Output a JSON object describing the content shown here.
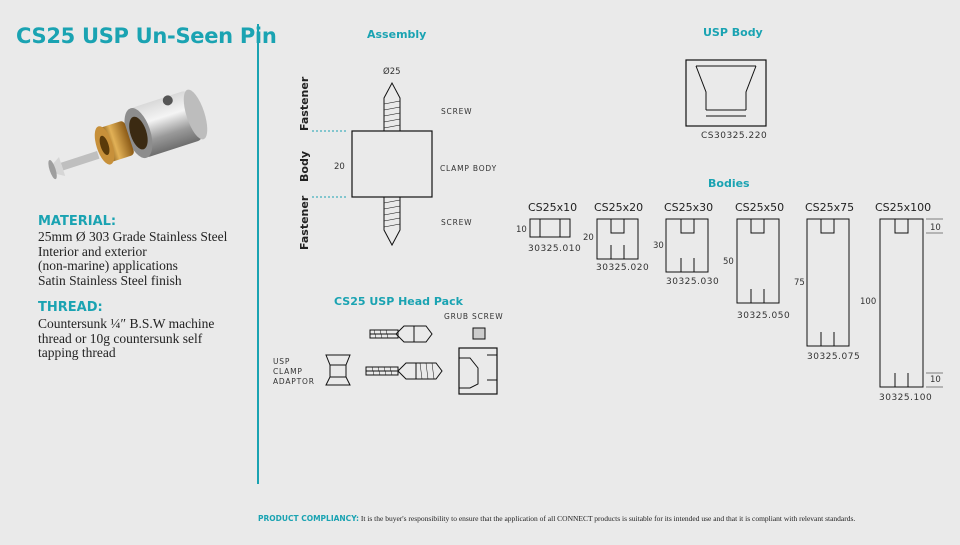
{
  "title": "CS25 USP Un-Seen Pin",
  "material": {
    "heading": "MATERIAL:",
    "lines": [
      "25mm Ø 303 Grade Stainless Steel",
      "Interior and exterior",
      "(non-marine) applications",
      "Satin Stainless Steel finish"
    ]
  },
  "thread": {
    "heading": "THREAD:",
    "lines": [
      "Countersunk ¼″ B.S.W machine",
      "thread or 10g countersunk self",
      "tapping thread"
    ]
  },
  "assembly": {
    "heading": "Assembly",
    "diameter": "Ø25",
    "height": "20",
    "labels": {
      "fastener_top": "Fastener",
      "body": "Body",
      "fastener_bottom": "Fastener"
    },
    "callouts": {
      "screw_top": "SCREW",
      "clamp_body": "CLAMP BODY",
      "screw_bottom": "SCREW"
    }
  },
  "usp_body": {
    "heading": "USP Body",
    "code": "CS30325.220"
  },
  "bodies": {
    "heading": "Bodies",
    "items": [
      {
        "name": "CS25x10",
        "dim": "10",
        "code": "30325.010"
      },
      {
        "name": "CS25x20",
        "dim": "20",
        "code": "30325.020"
      },
      {
        "name": "CS25x30",
        "dim": "30",
        "code": "30325.030"
      },
      {
        "name": "CS25x50",
        "dim": "50",
        "code": "30325.050"
      },
      {
        "name": "CS25x75",
        "dim": "75",
        "code": "30325.075"
      },
      {
        "name": "CS25x100",
        "dim": "100",
        "code": "30325.100",
        "end_top": "10",
        "end_bottom": "10"
      }
    ]
  },
  "head_pack": {
    "heading": "CS25 USP Head Pack",
    "grub_screw": "GRUB SCREW",
    "adaptor": [
      "USP",
      "CLAMP",
      "ADAPTOR"
    ]
  },
  "footer": {
    "label": "PRODUCT COMPLIANCY:",
    "text": " It is the buyer's responsibility to ensure that the application of all CONNECT products is suitable for its intended use and that it is compliant with relevant standards."
  }
}
